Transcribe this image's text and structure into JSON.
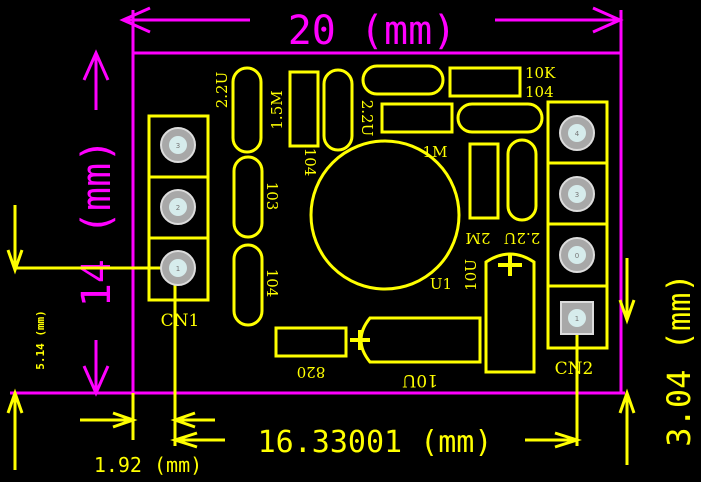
{
  "dimensions": {
    "width_label": "20 (mm)",
    "height_label": "14 (mm)",
    "pin_span_label": "16.33001 (mm)",
    "left_offset_label": "1.92 (mm)",
    "pin_height_label": "5.14 (mm)",
    "right_height_label": "3.04 (mm)"
  },
  "components": {
    "c_2u2": "2.2U",
    "r_1m5": "1.5M",
    "c_2u2_b": "2.2U",
    "r_10k": "10K",
    "c_104_a": "104",
    "c_104_b": "104",
    "r_1m": "1M",
    "c_103": "103",
    "c_104_c": "104",
    "c_2u2_c": "2.2U",
    "r_2m": "2M",
    "u1": "U1",
    "c_10u_a": "10U",
    "r_820": "820",
    "c_10u_b": "10U"
  },
  "connectors": {
    "cn1": {
      "label": "CN1",
      "pins": [
        "3",
        "2",
        "1"
      ]
    },
    "cn2": {
      "label": "CN2",
      "pins": [
        "4",
        "3",
        "0",
        "1"
      ]
    }
  },
  "colors": {
    "board_outline": "#ff00ff",
    "silkscreen": "#ffff00",
    "background": "#000000"
  }
}
